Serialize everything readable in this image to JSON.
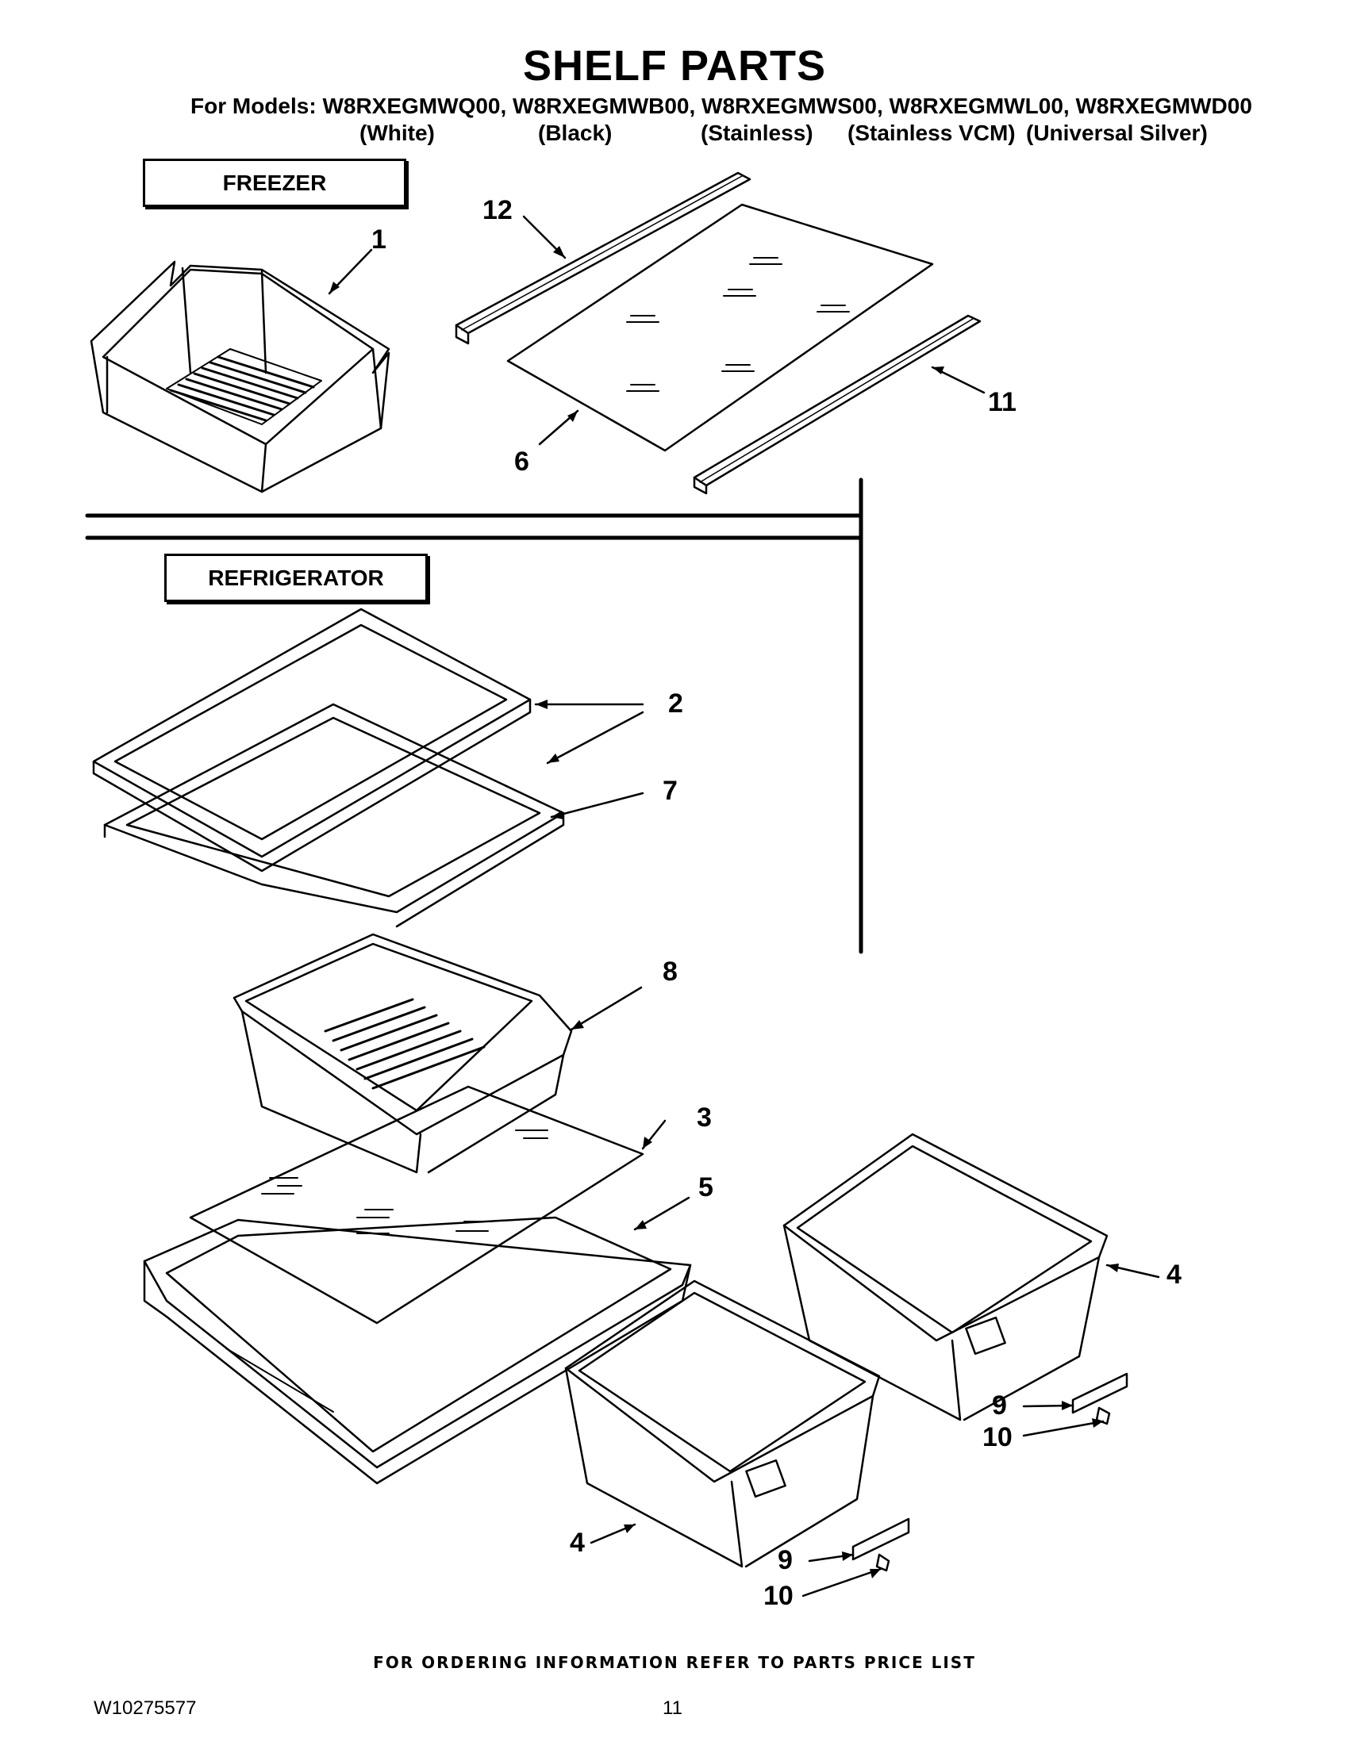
{
  "title": "SHELF PARTS",
  "models_line": "For Models: W8RXEGMWQ00, W8RXEGMWB00, W8RXEGMWS00, W8RXEGMWL00, W8RXEGMWD00",
  "variants": [
    "(White)",
    "(Black)",
    "(Stainless)",
    "(Stainless VCM)",
    "(Universal Silver)"
  ],
  "sections": {
    "freezer": "FREEZER",
    "refrigerator": "REFRIGERATOR"
  },
  "callouts": [
    "12",
    "1",
    "11",
    "6",
    "2",
    "7",
    "8",
    "3",
    "5",
    "4",
    "9",
    "10",
    "4",
    "9",
    "10"
  ],
  "footer": {
    "ordering_note": "FOR ORDERING INFORMATION REFER TO PARTS PRICE LIST",
    "document_number": "W10275577",
    "page_number": "11"
  }
}
